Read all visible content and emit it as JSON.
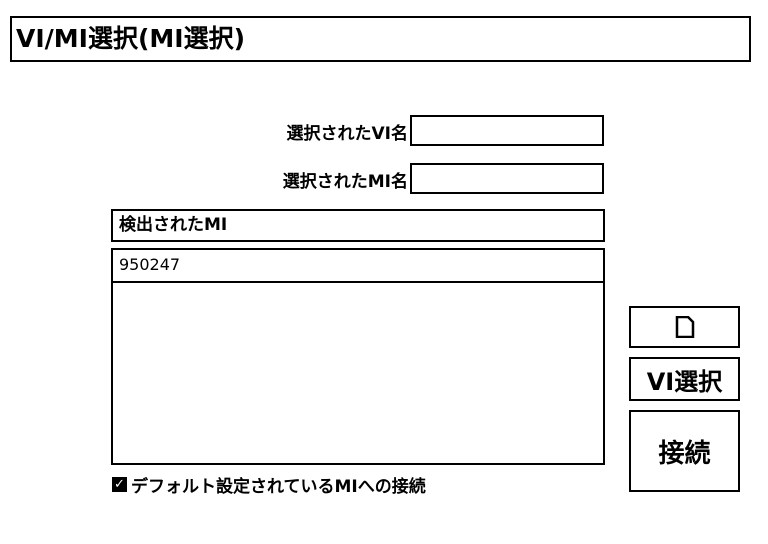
{
  "title": "VI/MI選択(MI選択)",
  "selected_vi_label": "選択されたVI名",
  "selected_vi_value": "",
  "selected_mi_label": "選択されたMI名",
  "selected_mi_value": "",
  "detected_mi_label": "検出されたMI",
  "mi_list": [
    "950247"
  ],
  "buttons": {
    "vi_select": "VI選択",
    "connect": "接続"
  },
  "default_connect": {
    "label": "デフォルト設定されているMIへの接続",
    "checked": true
  }
}
